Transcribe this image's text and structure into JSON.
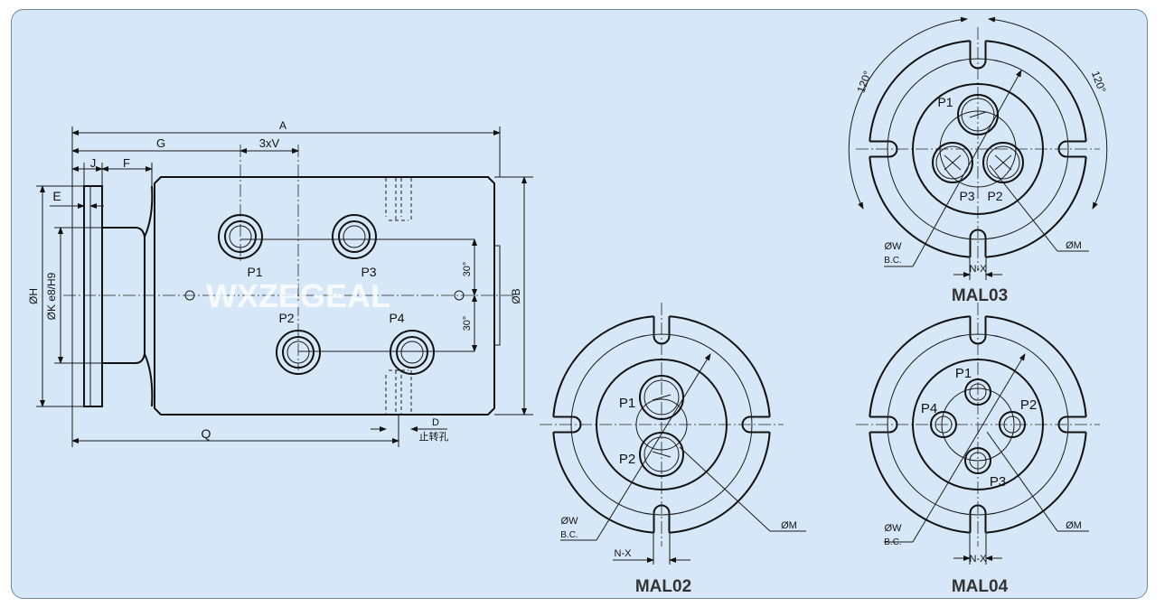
{
  "watermark": "WXZEGEAL",
  "side_view": {
    "dims": {
      "A": "A",
      "G": "G",
      "V": "3xV",
      "J": "J",
      "F": "F",
      "E": "E",
      "H": "ØH",
      "K": "ØK e8/H9",
      "B": "ØB",
      "Q": "Q",
      "D": "D",
      "stop_hole": "止转孔",
      "angle_top": "30°",
      "angle_bottom": "30°"
    },
    "ports": [
      "P1",
      "P3",
      "P2",
      "P4"
    ]
  },
  "views": [
    {
      "caption": "MAL03",
      "ports": [
        "P1",
        "P3",
        "P2"
      ],
      "angles": [
        "120°",
        "120°"
      ],
      "w_label": "ØW",
      "bc_label": "B.C.",
      "m_label": "ØM",
      "nx_label": "N-X"
    },
    {
      "caption": "MAL02",
      "ports": [
        "P1",
        "P2"
      ],
      "w_label": "ØW",
      "bc_label": "B.C.",
      "m_label": "ØM",
      "nx_label": "N-X"
    },
    {
      "caption": "MAL04",
      "ports": [
        "P1",
        "P2",
        "P3",
        "P4"
      ],
      "w_label": "ØW",
      "bc_label": "B.C.",
      "m_label": "ØM",
      "nx_label": "N-X"
    }
  ]
}
